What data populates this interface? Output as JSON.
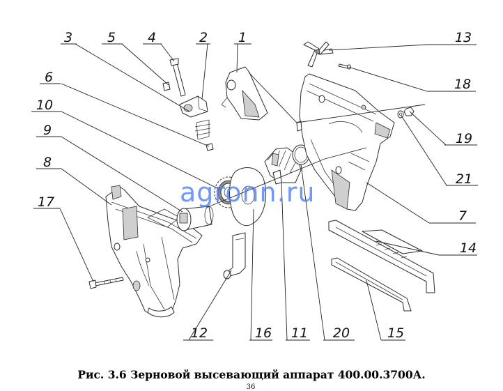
{
  "figure": {
    "caption": "Рис. 3.6 Зерновой высевающий аппарат 400.00.3700А.",
    "page_number": "36",
    "watermark": "agronn.ru",
    "callouts": [
      "1",
      "2",
      "3",
      "4",
      "5",
      "6",
      "7",
      "8",
      "9",
      "10",
      "11",
      "12",
      "13",
      "14",
      "15",
      "16",
      "17",
      "18",
      "19",
      "20",
      "21"
    ]
  },
  "colors": {
    "watermark": "#4a7cf2",
    "line": "#222222"
  }
}
